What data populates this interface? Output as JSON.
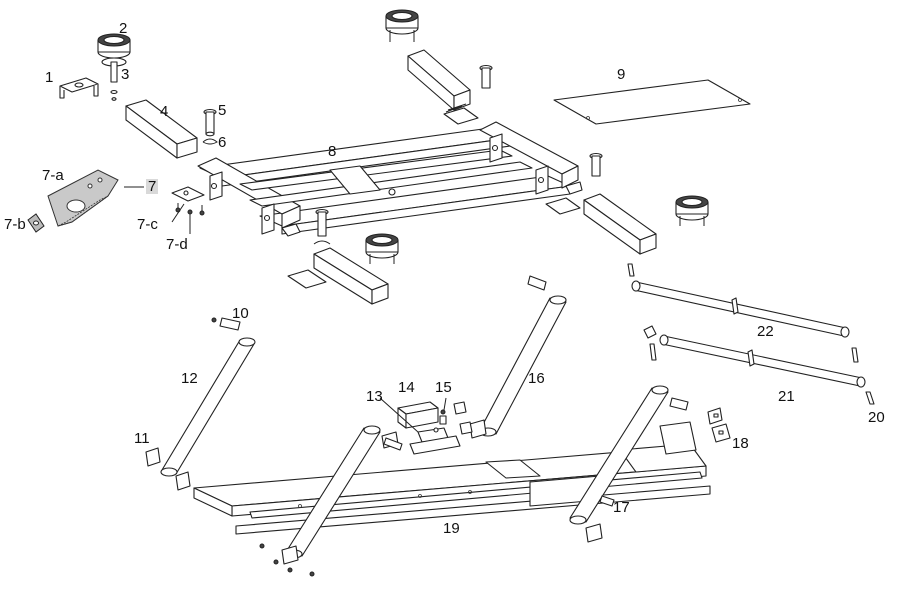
{
  "callouts": {
    "c1": "1",
    "c2": "2",
    "c3": "3",
    "c4": "4",
    "c5": "5",
    "c6": "6",
    "c7": "7",
    "c7a": "7-a",
    "c7b": "7-b",
    "c7c": "7-c",
    "c7d": "7-d",
    "c8": "8",
    "c9": "9",
    "c10": "10",
    "c11": "11",
    "c12": "12",
    "c13": "13",
    "c14": "14",
    "c15": "15",
    "c16": "16",
    "c17": "17",
    "c18": "18",
    "c19": "19",
    "c20": "20",
    "c21": "21",
    "c22": "22"
  }
}
